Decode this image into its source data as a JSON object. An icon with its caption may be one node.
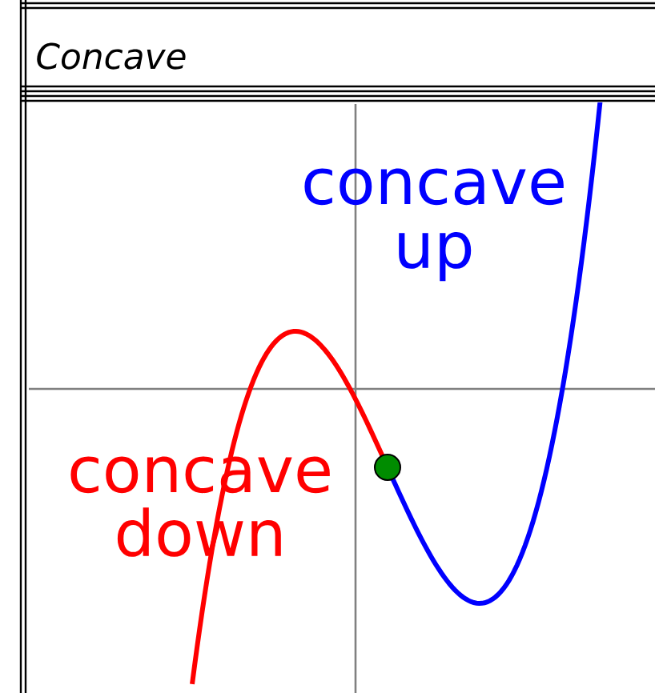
{
  "diagram": {
    "labels": [
      "Concave",
      "concave up",
      "concave down"
    ]
  }
}
